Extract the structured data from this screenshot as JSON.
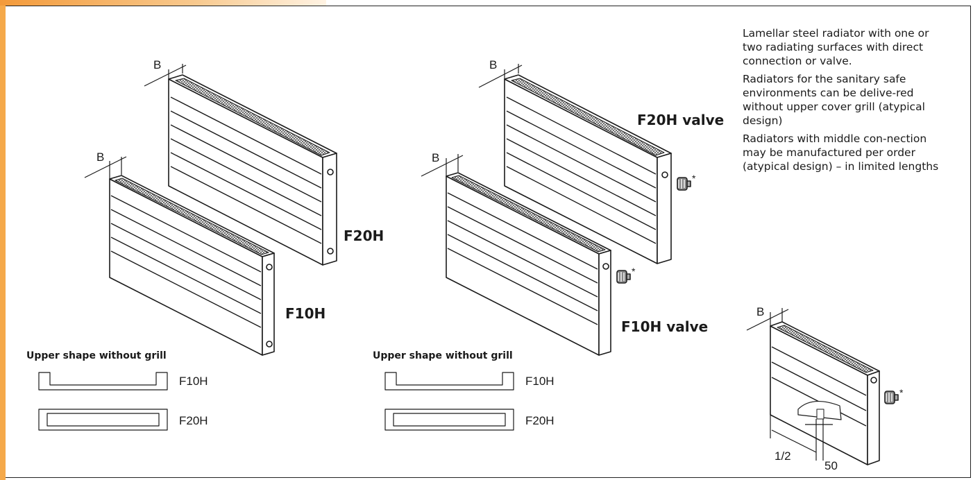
{
  "labels": {
    "f20h": "F20H",
    "f10h": "F10H",
    "f20h_valve": "F20H valve",
    "f10h_valve": "F10H valve",
    "dim_b": "B",
    "dim_half": "1/2",
    "dim_50": "50",
    "asterisk": "*"
  },
  "sections": {
    "left_title": "Upper shape without grill",
    "right_title": "Upper shape without grill",
    "left_shapes": [
      "F10H",
      "F20H"
    ],
    "right_shapes": [
      "F10H",
      "F20H"
    ]
  },
  "description": [
    "Lamellar steel radiator with one or two radiating surfaces with direct connection or valve.",
    "Radiators for the sanitary safe environments can be delive-red without upper cover grill (atypical design)",
    "Radiators with middle con-nection may be manufactured per order (atypical design) – in limited lengths"
  ]
}
